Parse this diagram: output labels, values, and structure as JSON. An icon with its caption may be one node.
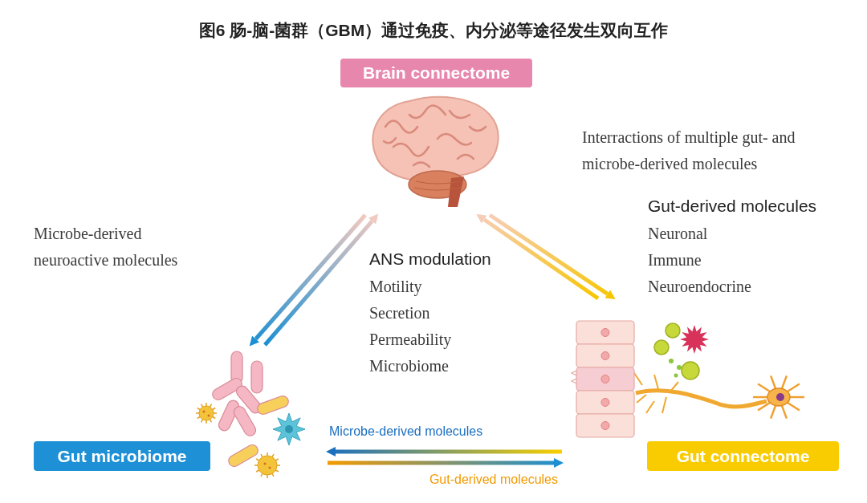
{
  "diagram": {
    "title": "图6 肠-脑-菌群（GBM）通过免疫、内分泌等途径发生双向互作",
    "nodes": [
      {
        "text": [
          "Brain connectome"
        ]
      },
      {
        "text": [],
        "shape": "picture"
      },
      {
        "text": [
          "Gut microbiome"
        ]
      },
      {
        "text": [],
        "shape": "picture"
      },
      {
        "text": [
          "Gut connectome"
        ]
      },
      {
        "text": [],
        "shape": "picture"
      }
    ],
    "edges": [
      {
        "from": 1,
        "to": 3,
        "arrow": "to",
        "style": "thick",
        "color": "#1b8fd2"
      },
      {
        "from": 3,
        "to": 1,
        "arrow": "to",
        "style": "thick",
        "color": "#1b8fd2"
      },
      {
        "from": 1,
        "to": 5,
        "arrow": "to",
        "style": "thick",
        "color": "#f7c600"
      },
      {
        "from": 5,
        "to": 1,
        "arrow": "to",
        "style": "thick",
        "color": "#f7c600"
      },
      {
        "from": 5,
        "to": 3,
        "arrow": "to",
        "style": "thick",
        "color": "#1b6fc0",
        "label": "Microbe-derived molecules"
      },
      {
        "from": 3,
        "to": 5,
        "arrow": "to",
        "style": "thick",
        "color": "#f29a00",
        "label": "Gut-derived molecules"
      }
    ],
    "labels": [
      "Interractions of multiple gut- and microbe-derived molecules",
      "Microbe-derived neuroactive molecules",
      "ANS modulation",
      "Motility",
      "Secretion",
      "Permeability",
      "Microbiome",
      "Gut-derived molecules",
      "Neuronal",
      "Immune",
      "Neuroendocrine"
    ]
  }
}
